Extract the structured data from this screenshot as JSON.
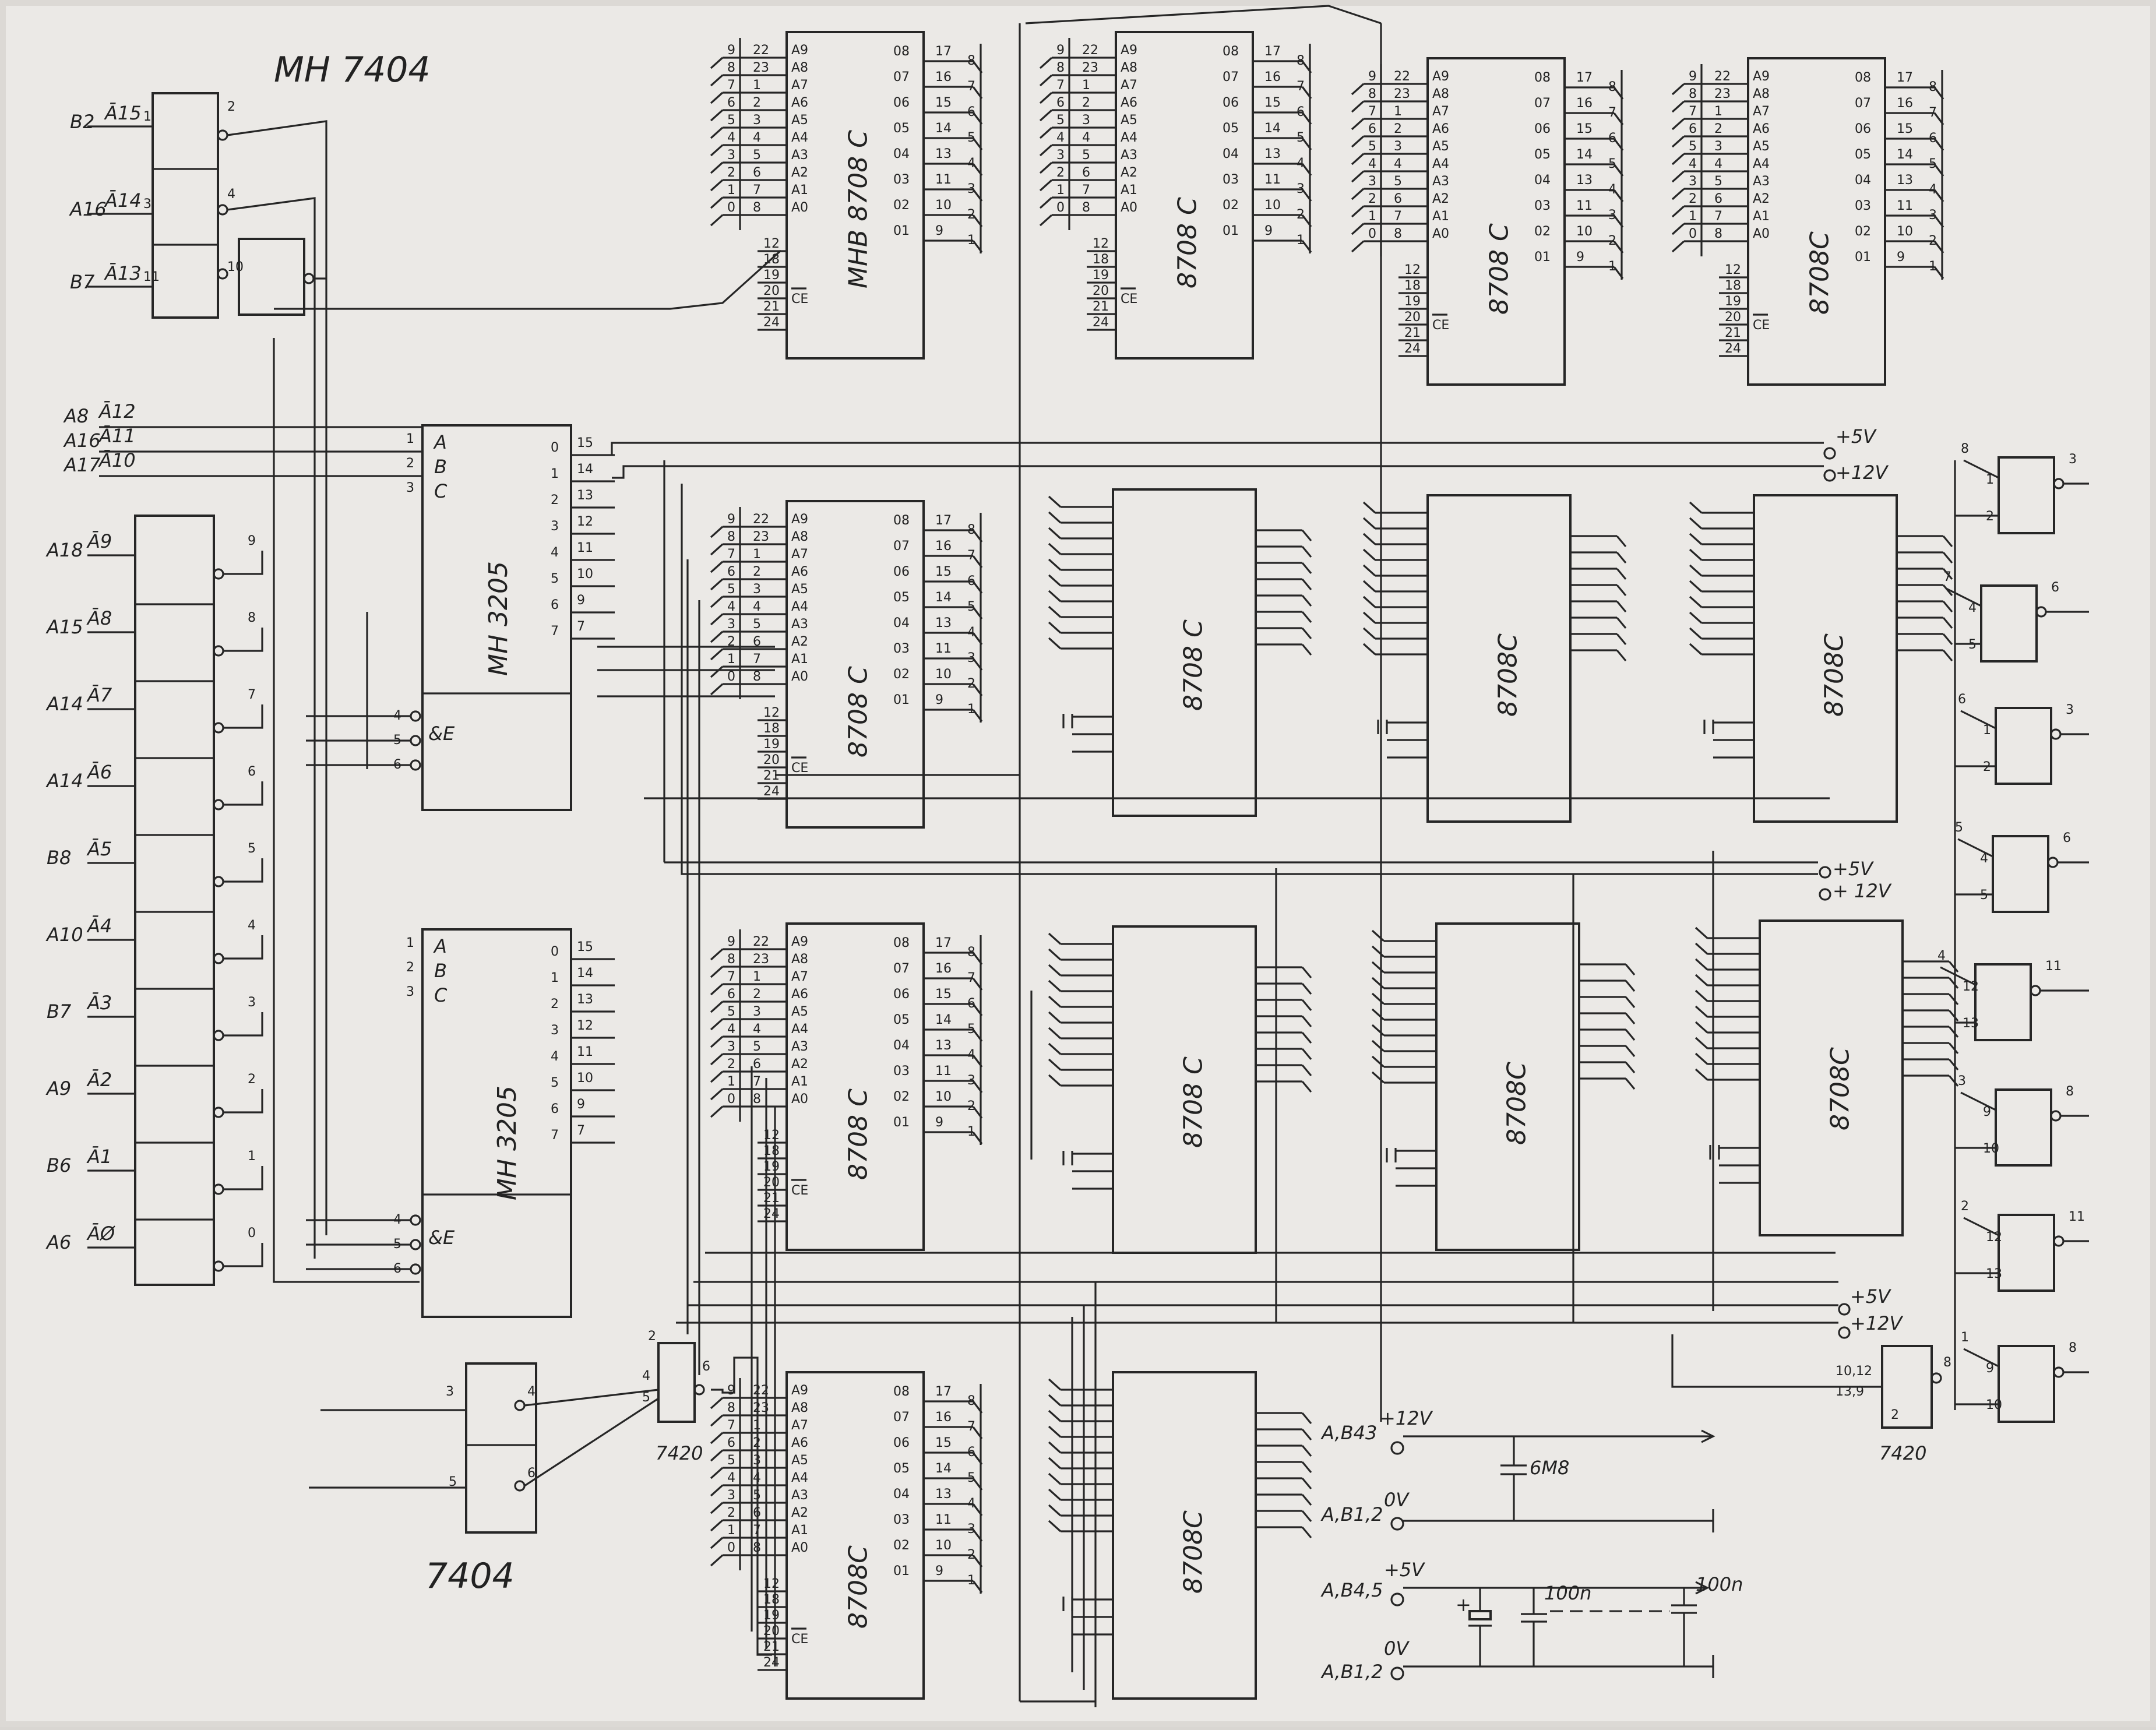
{
  "titles": {
    "top_left": "MH 7404",
    "bottom_left": "7404"
  },
  "chips": {
    "eprom_top_1": "MHB 8708 C",
    "eprom_top_2": "8708 C",
    "eprom_top_3": "8708 C",
    "eprom_top_4": "8708C",
    "eprom_r2_1": "8708 C",
    "eprom_r2_2": "8708C",
    "eprom_r2_3": "8708 C",
    "eprom_r2_4": "8708C",
    "eprom_r3_1": "8708 C",
    "eprom_r3_2": "8708 C",
    "eprom_r3_3": "8708C",
    "eprom_r3_4": "8708C",
    "eprom_r4_1": "8708C",
    "eprom_r4_2": "8708C",
    "decoder_1": "MH 3205",
    "decoder_2": "MH 3205",
    "gate_7420_left": "7420",
    "gate_7420_right": "7420",
    "gate_7404_bottom": "7404"
  },
  "inverter_inputs": [
    {
      "signal": "B2",
      "line": "Ā15",
      "pin": "1",
      "out": "2"
    },
    {
      "signal": "A16",
      "line": "Ā14",
      "pin": "3",
      "out": "4"
    },
    {
      "signal": "B7",
      "line": "Ā13",
      "pin": "11",
      "out": "10"
    }
  ],
  "decoder_inputs": [
    {
      "signal": "A8",
      "line": "Ā12"
    },
    {
      "signal": "A16",
      "line": "Ā11"
    },
    {
      "signal": "A17",
      "line": "Ā10"
    }
  ],
  "buffer_inputs": [
    {
      "signal": "A18",
      "line": "Ā9",
      "out": "9"
    },
    {
      "signal": "A15",
      "line": "Ā8",
      "out": "8"
    },
    {
      "signal": "A14",
      "line": "Ā7",
      "out": "7"
    },
    {
      "signal": "A14",
      "line": "Ā6",
      "out": "6"
    },
    {
      "signal": "B8",
      "line": "Ā5",
      "out": "5"
    },
    {
      "signal": "A10",
      "line": "Ā4",
      "out": "4"
    },
    {
      "signal": "B7",
      "line": "Ā3",
      "out": "3"
    },
    {
      "signal": "A9",
      "line": "Ā2",
      "out": "2"
    },
    {
      "signal": "B6",
      "line": "Ā1",
      "out": "1"
    },
    {
      "signal": "A6",
      "line": "ĀØ",
      "out": "0"
    }
  ],
  "decoder_pins": {
    "abc": [
      "A",
      "B",
      "C"
    ],
    "abc_nums": [
      "1",
      "2",
      "3"
    ],
    "enable": "&E",
    "enable_nums": [
      "4",
      "5",
      "6"
    ],
    "out_idx": [
      "0",
      "1",
      "2",
      "3",
      "4",
      "5",
      "6",
      "7"
    ],
    "out_pins": [
      "15",
      "14",
      "13",
      "12",
      "11",
      "10",
      "9",
      "7"
    ]
  },
  "eprom_pins": {
    "addr": [
      "A9",
      "A8",
      "A7",
      "A6",
      "A5",
      "A4",
      "A3",
      "A2",
      "A1",
      "A0"
    ],
    "addr_nums": [
      "22",
      "23",
      "1",
      "2",
      "3",
      "4",
      "5",
      "6",
      "7",
      "8"
    ],
    "bus_nums": [
      "9",
      "8",
      "7",
      "6",
      "5",
      "4",
      "3",
      "2",
      "1",
      "0"
    ],
    "data": [
      "08",
      "07",
      "06",
      "05",
      "04",
      "03",
      "02",
      "01"
    ],
    "data_nums": [
      "17",
      "16",
      "15",
      "14",
      "13",
      "11",
      "10",
      "9"
    ],
    "bus_data": [
      "8",
      "7",
      "6",
      "5",
      "4",
      "3",
      "2",
      "1"
    ],
    "ctrl": [
      "12",
      "18",
      "19",
      "20",
      "21",
      "24"
    ],
    "ce": "CE"
  },
  "power": {
    "p5v": "+5V",
    "p12v": "+12V",
    "m12v": "+ 12V"
  },
  "supply": {
    "r1_label": "A,B43",
    "r1_volt": "+12V",
    "r2_label": "A,B1,2",
    "r2_volt": "0V",
    "r3_label": "A,B4,5",
    "r3_volt": "+5V",
    "r4_label": "A,B1,2",
    "r4_volt": "0V",
    "cap_main": "6M8",
    "cap_a": "100n",
    "cap_b": "100n",
    "plus": "+"
  },
  "nand_right": [
    {
      "in_a": "8",
      "p1": "1",
      "p2": "2",
      "out": "3"
    },
    {
      "in_a": "7",
      "p1": "4",
      "p2": "5",
      "out": "6"
    },
    {
      "in_a": "6",
      "p1": "1",
      "p2": "2",
      "out": "3"
    },
    {
      "in_a": "5",
      "p1": "4",
      "p2": "5",
      "out": "6"
    },
    {
      "in_a": "4",
      "p1": "12",
      "p2": "13",
      "out": "11"
    },
    {
      "in_a": "3",
      "p1": "9",
      "p2": "10",
      "out": "8"
    },
    {
      "in_a": "2",
      "p1": "12",
      "p2": "13",
      "out": "11"
    },
    {
      "in_a": "1",
      "p1": "9",
      "p2": "10",
      "out": "8"
    }
  ],
  "gate_7420_r_pins": {
    "in": "10,12",
    "in2": "13,9",
    "out": "8",
    "p2": "2"
  },
  "gate_7420_l_pins": {
    "p2": "2",
    "p4": "4",
    "p5": "5",
    "out": "6"
  },
  "gate_7404_b_pins": {
    "p3": "3",
    "p4": "4",
    "p5": "5",
    "p6": "6"
  }
}
